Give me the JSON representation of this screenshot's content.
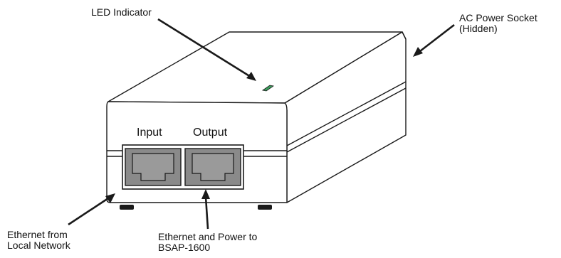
{
  "callouts": {
    "led": "LED Indicator",
    "ac_line1": "AC Power Socket",
    "ac_line2": "(Hidden)",
    "eth_local_line1": "Ethernet from",
    "eth_local_line2": "Local Network",
    "eth_power_line1": "Ethernet and Power to",
    "eth_power_line2": "BSAP-1600"
  },
  "ports": {
    "input": "Input",
    "output": "Output"
  },
  "colors": {
    "led": "#3a9a5a",
    "outline": "#1a1a1a",
    "port_fill": "#8a8a8a"
  }
}
